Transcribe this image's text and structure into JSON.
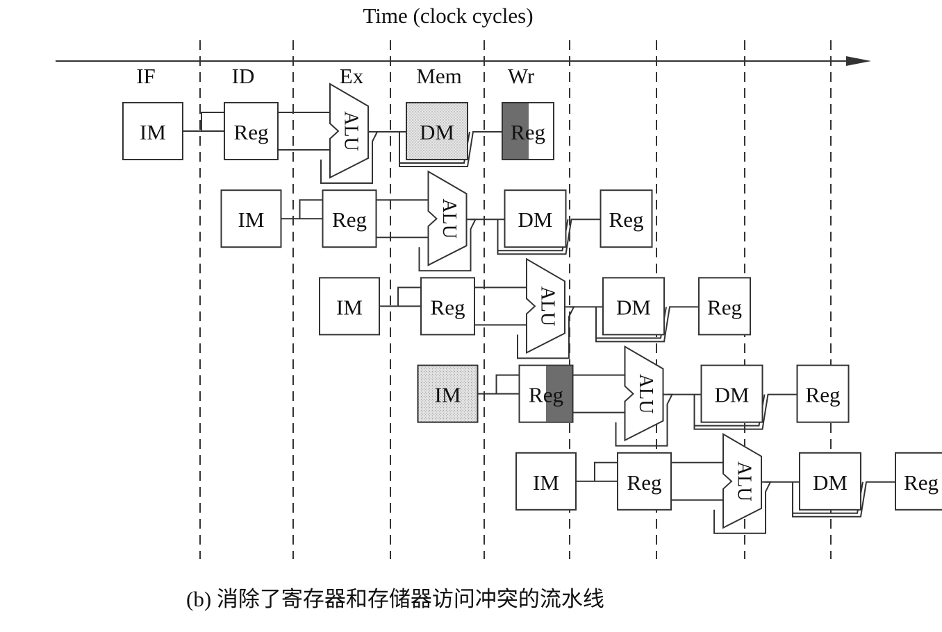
{
  "title": "Time (clock cycles)",
  "stage_labels": [
    "IF",
    "ID",
    "Ex",
    "Mem",
    "Wr"
  ],
  "block_labels": {
    "im": "IM",
    "reg": "Reg",
    "alu": "ALU",
    "dm": "DM"
  },
  "caption": "(b) 消除了寄存器和存储器访问冲突的流水线",
  "colors": {
    "line": "#333333",
    "conflict_fill": "#e3e3e3",
    "write_fill": "#6d6d6d"
  },
  "instructions": [
    {
      "im": "",
      "reg": "write-half-shaded",
      "alu": "",
      "dm": "conflict",
      "wb": "write-half-shaded"
    },
    {
      "im": "",
      "reg": "",
      "alu": "",
      "dm": "",
      "wb": ""
    },
    {
      "im": "",
      "reg": "",
      "alu": "",
      "dm": "",
      "wb": ""
    },
    {
      "im": "conflict",
      "reg": "read-half-shaded",
      "alu": "",
      "dm": "",
      "wb": ""
    },
    {
      "im": "",
      "reg": "",
      "alu": "",
      "dm": "",
      "wb": ""
    }
  ]
}
